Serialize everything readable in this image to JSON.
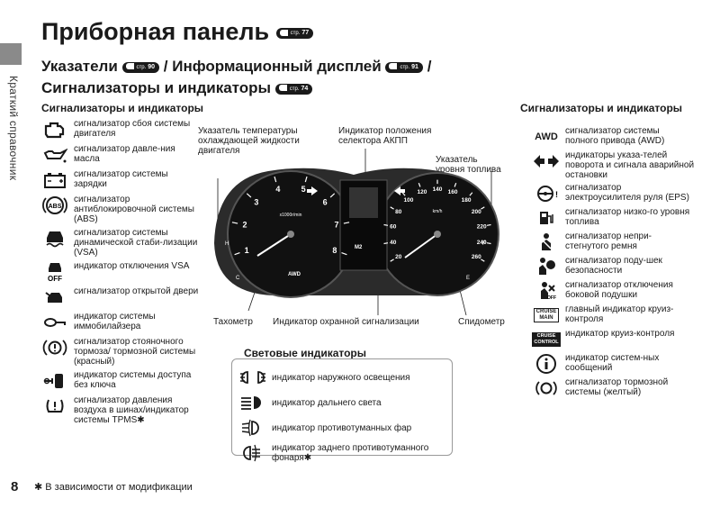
{
  "side_tab": "Краткий справочник",
  "page_number": "8",
  "footnote": "✱ В зависимости от модификации",
  "title": "Приборная панель",
  "title_ref": "77",
  "subtitle": {
    "part1": "Указатели",
    "ref1": "90",
    "part2": "/ Информационный дисплей",
    "ref2": "91",
    "part3": "/",
    "part4": "Сигнализаторы и индикаторы",
    "ref3": "74"
  },
  "ref_prefix": "стр.",
  "left_heading": "Сигнализаторы и индикаторы",
  "right_heading": "Сигнализаторы и индикаторы",
  "left_items": [
    {
      "icon": "check-engine-icon",
      "label": "сигнализатор сбоя системы двигателя"
    },
    {
      "icon": "oil-pressure-icon",
      "label": "сигнализатор давле-ния масла"
    },
    {
      "icon": "battery-icon",
      "label": "сигнализатор системы зарядки"
    },
    {
      "icon": "abs-icon",
      "label": "сигнализатор антиблокировочной системы (ABS)"
    },
    {
      "icon": "vsa-icon",
      "label": "сигнализатор системы динамической стаби-лизации (VSA)"
    },
    {
      "icon": "vsa-off-icon",
      "label": "индикатор отключения VSA"
    },
    {
      "icon": "door-open-icon",
      "label": "сигнализатор открытой двери"
    },
    {
      "icon": "immobilizer-icon",
      "label": "индикатор системы иммобилайзера"
    },
    {
      "icon": "brake-red-icon",
      "label": "сигнализатор стояночного тормоза/ тормозной системы (красный)"
    },
    {
      "icon": "keyless-icon",
      "label": "индикатор системы доступа без ключа"
    },
    {
      "icon": "tpms-icon",
      "label": "сигнализатор давления воздуха в шинах/индикатор системы TPMS✱"
    }
  ],
  "right_items": [
    {
      "icon": "awd-icon",
      "label": "сигнализатор системы полного привода (AWD)",
      "text": "AWD"
    },
    {
      "icon": "turn-signal-icon",
      "label": "индикаторы указа-телей поворота и сигнала аварийной остановки"
    },
    {
      "icon": "eps-icon",
      "label": "сигнализатор электроусилителя руля (EPS)"
    },
    {
      "icon": "low-fuel-icon",
      "label": "сигнализатор низко-го уровня топлива"
    },
    {
      "icon": "seatbelt-icon",
      "label": "сигнализатор непри-стегнутого ремня"
    },
    {
      "icon": "airbag-icon",
      "label": "сигнализатор поду-шек безопасности"
    },
    {
      "icon": "side-airbag-off-icon",
      "label": "сигнализатор отключения боковой подушки"
    },
    {
      "icon": "cruise-main-icon",
      "label": "главный индикатор круиз-контроля",
      "text1": "CRUISE",
      "text2": "MAIN"
    },
    {
      "icon": "cruise-control-icon",
      "label": "индикатор круиз-контроля",
      "text1": "CRUISE",
      "text2": "CONTROL"
    },
    {
      "icon": "info-icon",
      "label": "индикатор систем-ных сообщений"
    },
    {
      "icon": "brake-amber-icon",
      "label": "сигнализатор тормозной системы (желтый)"
    }
  ],
  "callouts": {
    "temp": "Указатель температуры охлаждающей жидкости двигателя",
    "gear": "Индикатор положения селектора АКПП",
    "fuel": "Указатель уровня топлива",
    "tacho": "Тахометр",
    "alarm": "Индикатор охранной сигнализации",
    "speedo": "Спидометр"
  },
  "lights_heading": "Световые индикаторы",
  "lights": [
    {
      "icon": "exterior-lights-icon",
      "label": "индикатор наружного освещения"
    },
    {
      "icon": "high-beam-icon",
      "label": "индикатор дальнего света"
    },
    {
      "icon": "front-fog-icon",
      "label": "индикатор противотуманных фар"
    },
    {
      "icon": "rear-fog-icon",
      "label": "индикатор заднего противотуманного фонаря✱"
    }
  ],
  "gauge": {
    "tach_ticks": [
      "1",
      "2",
      "3",
      "4",
      "5",
      "6",
      "7",
      "8"
    ],
    "tach_unit": "x1000r/min",
    "speed_ticks": [
      "20",
      "40",
      "60",
      "80",
      "100",
      "120",
      "140",
      "160",
      "180",
      "200",
      "220",
      "240",
      "260"
    ],
    "speed_unit": "km/h",
    "temp_h": "H",
    "temp_c": "C",
    "fuel_f": "F",
    "fuel_e": "E",
    "awd_label": "AWD",
    "gear_label": "M2"
  },
  "colors": {
    "ink": "#1a1a1a",
    "tab": "#8a8a8a",
    "box_border": "#999999"
  }
}
